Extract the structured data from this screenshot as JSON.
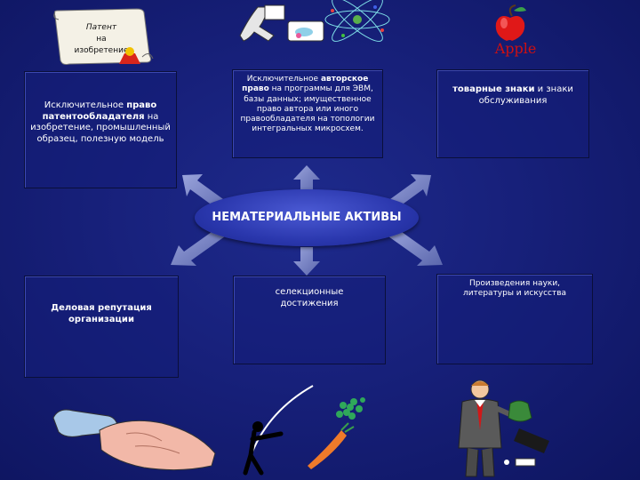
{
  "center": {
    "line1": "НЕМАТЕРИАЛЬНЫЕ",
    "line2": "АКТИВЫ"
  },
  "patent_scroll": {
    "line1": "Патент",
    "line2": "на",
    "line3": "изобретение"
  },
  "apple_logo": {
    "text": "Apple"
  },
  "boxes": {
    "patent": {
      "part1": "Исключительное ",
      "part2_bold": "право патентообладателя",
      "part3": " на изобретение, промышленный образец, полезную модель"
    },
    "copyright": {
      "part1": "Исключительное ",
      "part2_bold": "авторское право",
      "part3": " на программы для ЭВМ, базы данных; имущественное право автора или иного правообладателя на топологии интегральных микросхем."
    },
    "trademarks": {
      "part1_bold": "товарные знаки",
      "part2": " и знаки обслуживания"
    },
    "reputation": {
      "text": "Деловая репутация организации"
    },
    "selection": {
      "text": "селекционные достижения"
    },
    "works": {
      "text": "Произведения науки, литературы и искусства"
    }
  },
  "colors": {
    "background": "#17207a",
    "ellipse": "#3442be",
    "arrow": "#7c88c8",
    "box_border": "#0a0f3a"
  }
}
